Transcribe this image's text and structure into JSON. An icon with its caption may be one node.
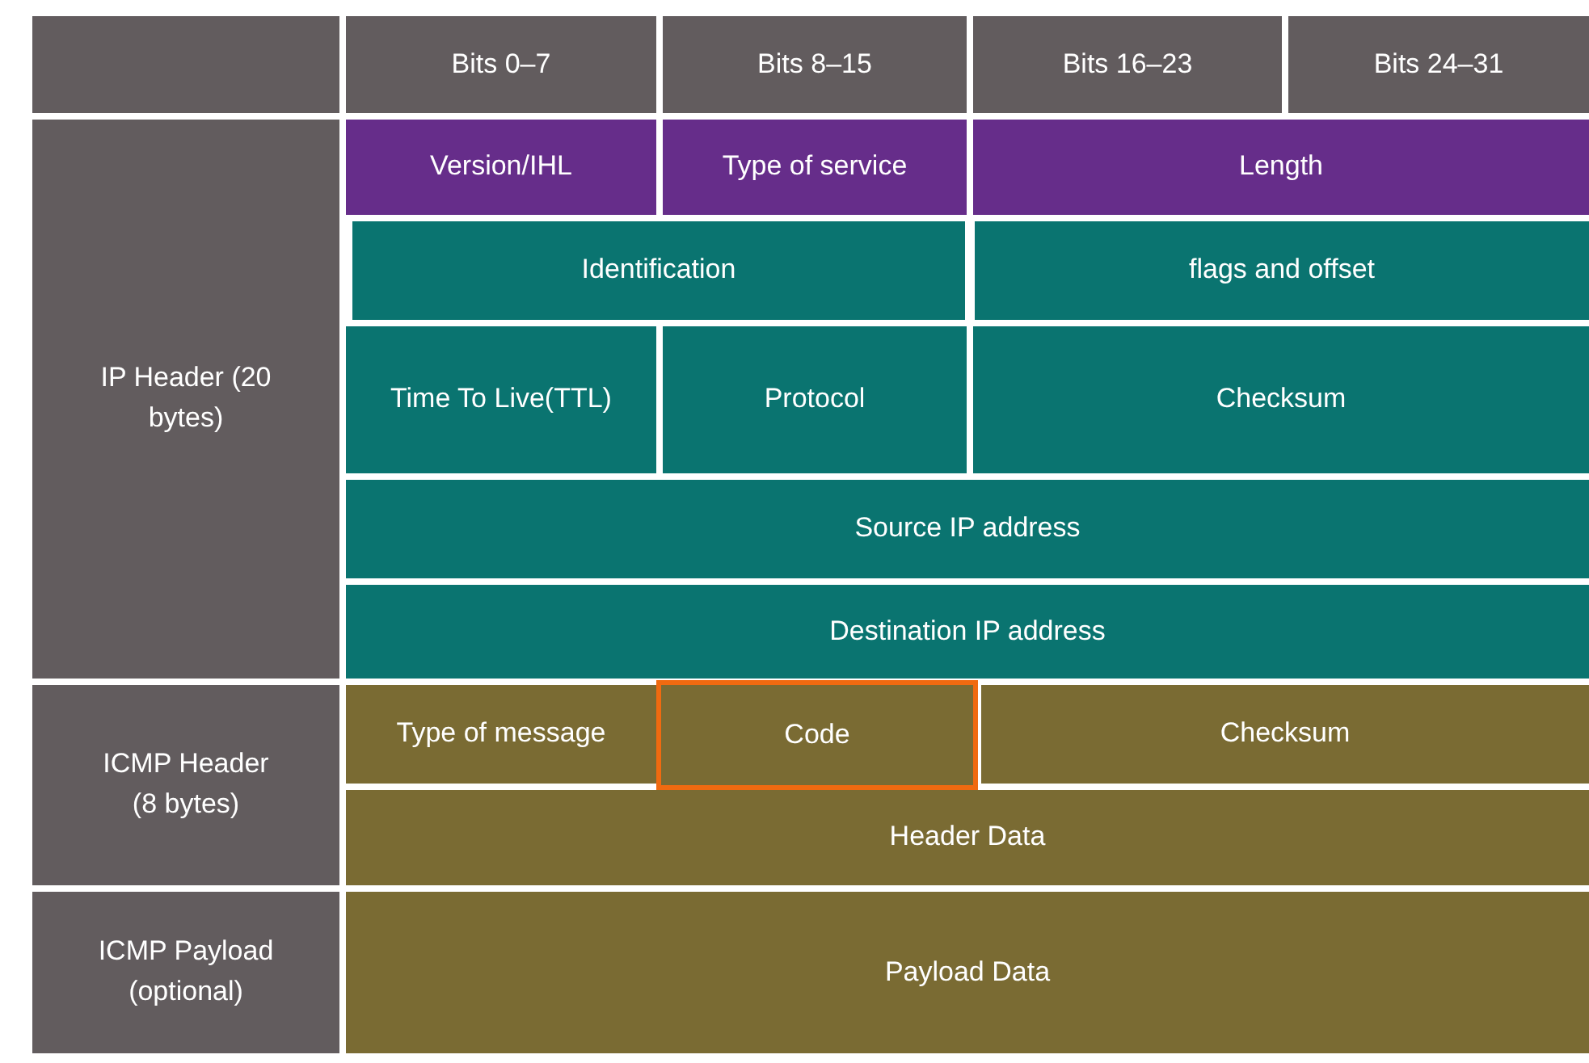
{
  "diagram": {
    "nodes": [
      {
        "text": [],
        "shape": "box"
      },
      {
        "text": [
          "Bits 0–7"
        ]
      },
      {
        "text": [
          "Bits 8–15"
        ]
      },
      {
        "text": [
          "Bits 16–23"
        ]
      },
      {
        "text": [
          "Bits 24–31"
        ]
      },
      {
        "text": [
          "IP Header (20 bytes)"
        ]
      },
      {
        "text": [
          "Version/IHL"
        ]
      },
      {
        "text": [
          "Type of service"
        ]
      },
      {
        "text": [
          "Length"
        ]
      },
      {
        "text": [
          "Identification"
        ]
      },
      {
        "text": [
          "flags and offset"
        ]
      },
      {
        "text": [
          "Time To Live(TTL)"
        ]
      },
      {
        "text": [
          "Protocol"
        ]
      },
      {
        "text": [
          "Checksum"
        ]
      },
      {
        "text": [
          "Source IP address"
        ]
      },
      {
        "text": [
          "Destination IP address"
        ]
      },
      {
        "text": [
          "ICMP Header (8 bytes)"
        ]
      },
      {
        "text": [
          "Type of message"
        ]
      },
      {
        "text": [
          "Code"
        ]
      },
      {
        "text": [
          "Checksum"
        ]
      },
      {
        "text": [
          "Header Data"
        ]
      },
      {
        "text": [
          "ICMP Payload (optional)"
        ]
      },
      {
        "text": [
          "Payload Data"
        ]
      }
    ]
  }
}
